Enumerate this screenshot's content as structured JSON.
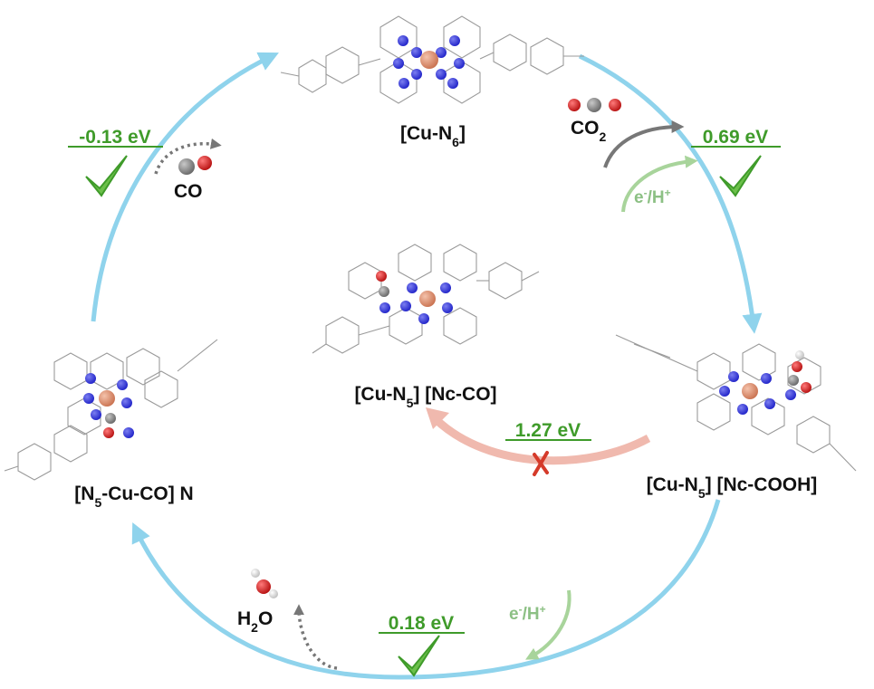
{
  "colors": {
    "cycle_arrow": "#8fd3ec",
    "energy_text": "#3f9b2a",
    "blocked_arrow": "#f0b9ae",
    "cross": "#d53a2a",
    "eh_arrow": "#a8d49b",
    "co2_arrow": "#777777",
    "nitrogen": "#1f22c8",
    "copper": "#d98a6a",
    "carbon": "#808080",
    "oxygen": "#d01a1a",
    "hydrogen": "#e8e8e8"
  },
  "labels": {
    "cu_n6": [
      "[Cu-N",
      "6",
      "]"
    ],
    "cu_n5_nc_co": [
      "[Cu-N",
      "5",
      "] [Nc-CO]"
    ],
    "cu_n5_nc_cooh": [
      "[Cu-N",
      "5",
      "] [Nc-COOH]"
    ],
    "n5_cu_co_n": [
      "[N",
      "5",
      "-Cu-CO] N"
    ]
  },
  "species": {
    "co2": [
      "CO",
      "2"
    ],
    "co": "CO",
    "h2o": [
      "H",
      "2",
      "O"
    ]
  },
  "energies": {
    "e1": "0.69 eV",
    "e2": "1.27 eV",
    "e3": "0.18 eV",
    "e4": "-0.13 eV"
  },
  "proton_electron": [
    "e",
    "-",
    "/H",
    "+"
  ],
  "checkmark_icon": "check-icon",
  "blocked_icon": "cross-icon"
}
